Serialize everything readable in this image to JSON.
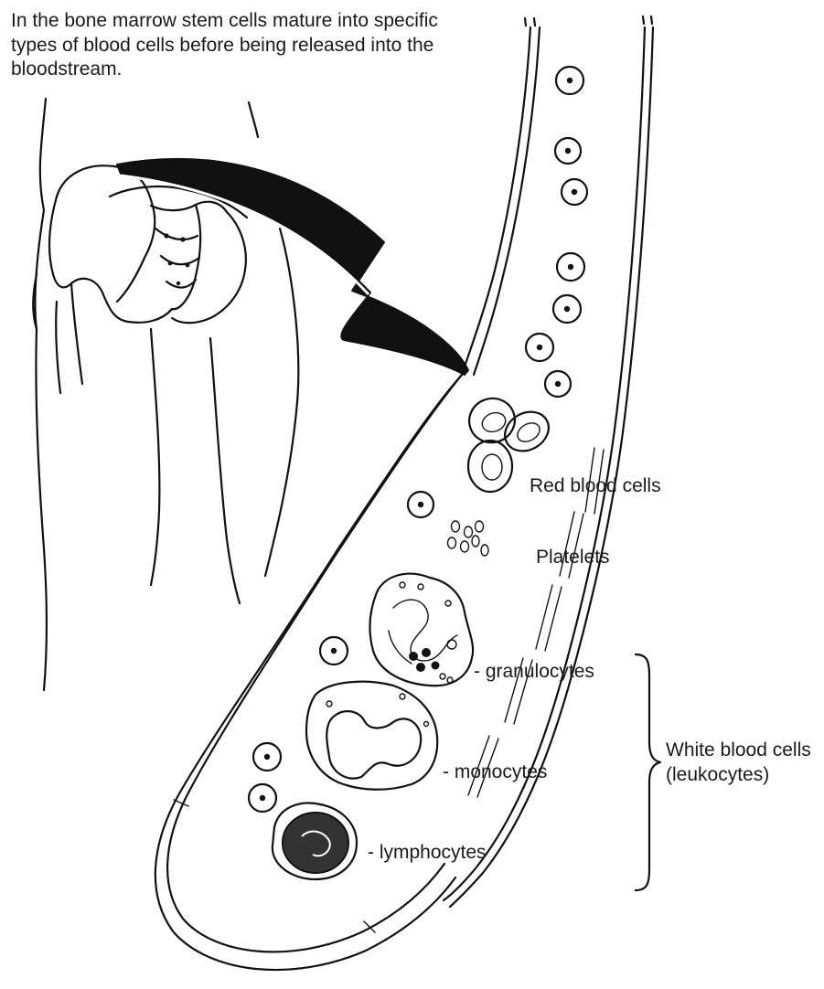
{
  "intro_text": "In the bone marrow stem cells mature into specific types of blood cells before being released into the bloodstream.",
  "labels": {
    "red_blood_cells": "Red blood cells",
    "platelets": "Platelets",
    "granulocytes": "- granulocytes",
    "monocytes": "- monocytes",
    "lymphocytes": "- lymphocytes",
    "white_blood_cells": "White blood cells (leukocytes)"
  },
  "colors": {
    "ink": "#111111",
    "background": "#ffffff"
  }
}
